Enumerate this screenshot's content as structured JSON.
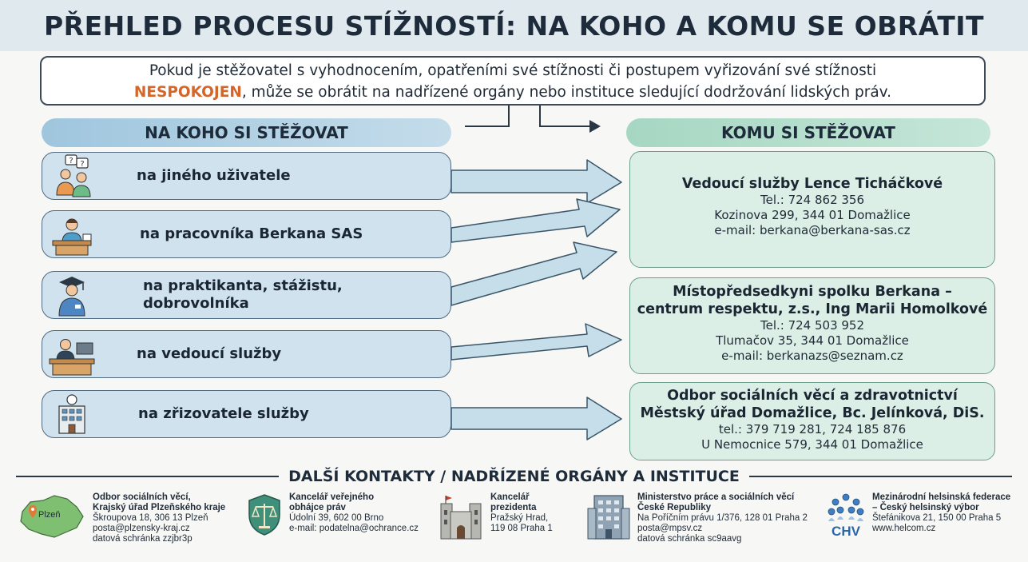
{
  "title": "PŘEHLED PROCESU STÍŽNOSTÍ: NA KOHO A KOMU SE OBRÁTIT",
  "intro": {
    "line1": "Pokud je stěžovatel s vyhodnocením, opatřeními své stížnosti či postupem vyřizování své stížnosti",
    "highlight": "NESPOKOJEN",
    "line2_rest": ", může se obrátit na nadřízené orgány nebo instituce sledující dodržování lidských práv."
  },
  "left_header": "NA KOHO SI STĚŽOVAT",
  "right_header": "KOMU SI STĚŽOVAT",
  "who": [
    {
      "label": "na jiného uživatele",
      "icon": "users-question-icon"
    },
    {
      "label": "na pracovníka Berkana SAS",
      "icon": "worker-desk-icon"
    },
    {
      "label_l1": "na praktikanta, stážistu,",
      "label_l2": "dobrovolníka",
      "icon": "graduate-icon"
    },
    {
      "label": "na vedoucí služby",
      "icon": "manager-desk-icon"
    },
    {
      "label": "na zřizovatele služby",
      "icon": "building-icon"
    }
  ],
  "boxes": [
    {
      "name": "Vedoucí služby Lence Ticháčkové",
      "tel": "Tel.: 724 862 356",
      "addr": "Kozinova 299, 344 01 Domažlice",
      "email": "e-mail: berkana@berkana-sas.cz"
    },
    {
      "name1": "Místopředsedkyni spolku Berkana –",
      "name2": "centrum respektu, z.s., Ing Marii Homolkové",
      "tel": "Tel.: 724 503 952",
      "addr": "Tlumačov 35, 344 01 Domažlice",
      "email": "e-mail: berkanazs@seznam.cz"
    },
    {
      "name1": "Odbor sociálních věcí a zdravotnictví",
      "name2": "Městský úřad Domažlice, Bc. Jelínková, DiS.",
      "tel": "tel.: 379 719 281, 724 185 876",
      "addr": "U Nemocnice 579, 344 01 Domažlice"
    }
  ],
  "more_title": "DALŠÍ KONTAKTY / NADŘÍZENÉ ORGÁNY A INSTITUCE",
  "contacts": [
    {
      "icon": "plzen-region-map-icon",
      "map_label": "Plzeň",
      "lines_bold": [
        "Odbor sociálních věcí,",
        "Krajský úřad Plzeňského kraje"
      ],
      "lines": [
        "Škroupova 18, 306 13 Plzeň",
        "posta@plzensky-kraj.cz",
        "datová schránka zzjbr3p"
      ]
    },
    {
      "icon": "scales-shield-icon",
      "lines_bold": [
        "Kancelář veřejného",
        "obhájce práv"
      ],
      "lines": [
        "Údolní 39, 602 00 Brno",
        "e-mail: podatelna@ochrance.cz"
      ]
    },
    {
      "icon": "castle-icon",
      "lines_bold": [
        "Kancelář",
        "prezidenta"
      ],
      "lines": [
        "Pražský Hrad,",
        "119 08 Praha 1"
      ]
    },
    {
      "icon": "ministry-building-icon",
      "lines_bold": [
        "Ministerstvo práce a sociálních věcí",
        "České Republiky"
      ],
      "lines": [
        "Na Poříčním právu 1/376, 128 01 Praha 2",
        "posta@mpsv.cz",
        "datová schránka sc9aavg"
      ]
    },
    {
      "icon": "chv-people-icon",
      "logo_text": "CHV",
      "lines_bold": [
        "Mezinárodní helsinská federace",
        "– Český helsinský výbor"
      ],
      "lines": [
        "Štefánikova 21, 150 00 Praha 5",
        "www.helcom.cz"
      ]
    }
  ],
  "colors": {
    "accent_orange": "#d4662a",
    "left_blue": "#cfe2ee",
    "right_green": "#dcefe6",
    "arrow_fill": "#c6ddea",
    "dark": "#1d2b3a"
  }
}
